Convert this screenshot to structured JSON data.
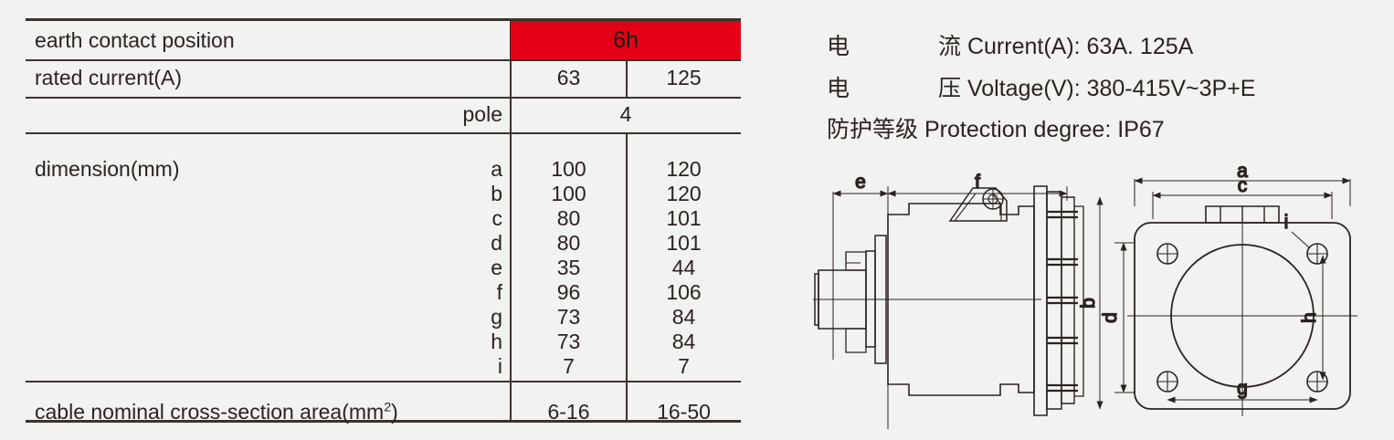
{
  "table": {
    "rows": {
      "earth_contact_position": {
        "label": "earth contact position",
        "value": "6h"
      },
      "rated_current": {
        "label": "rated current(A)",
        "values": [
          "63",
          "125"
        ]
      },
      "pole": {
        "label": "pole",
        "value": "4"
      },
      "dimension": {
        "label": "dimension(mm)",
        "entries": [
          {
            "key": "a",
            "v1": "100",
            "v2": "120"
          },
          {
            "key": "b",
            "v1": "100",
            "v2": "120"
          },
          {
            "key": "c",
            "v1": "80",
            "v2": "101"
          },
          {
            "key": "d",
            "v1": "80",
            "v2": "101"
          },
          {
            "key": "e",
            "v1": "35",
            "v2": "44"
          },
          {
            "key": "f",
            "v1": "96",
            "v2": "106"
          },
          {
            "key": "g",
            "v1": "73",
            "v2": "84"
          },
          {
            "key": "h",
            "v1": "73",
            "v2": "84"
          },
          {
            "key": "i",
            "v1": "7",
            "v2": "7"
          }
        ]
      },
      "cable_area": {
        "label_main": "cable nominal cross-section area(mm",
        "label_sup": "2",
        "label_tail": ")",
        "values": [
          "6-16",
          "16-50"
        ]
      }
    },
    "accent_color": "#e30016"
  },
  "specs": [
    {
      "cn": "电",
      "cn2": "流",
      "en": "Current(A): 63A. 125A"
    },
    {
      "cn": "电",
      "cn2": "压",
      "en": "Voltage(V): 380-415V~3P+E"
    },
    {
      "cn": "防护等级",
      "cn2": "",
      "en": "Protection degree: IP67"
    }
  ],
  "drawings": {
    "side_view": {
      "labels": {
        "e": "e",
        "f": "f",
        "b": "b"
      }
    },
    "front_view": {
      "labels": {
        "a": "a",
        "c": "c",
        "d": "d",
        "g": "g",
        "h": "h",
        "i": "i"
      }
    }
  }
}
